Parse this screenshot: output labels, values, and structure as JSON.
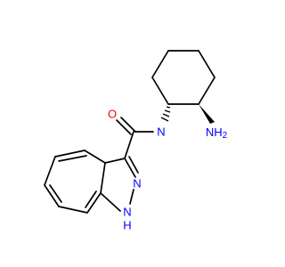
{
  "atoms": {
    "amide_o": {
      "label": "O",
      "color": "#ff0000"
    },
    "amide_n": {
      "label": "N",
      "color": "#0000ff"
    },
    "amine_n": {
      "label": "NH",
      "color": "#0000ff"
    },
    "amine_h": {
      "label": "2",
      "color": "#0000ff"
    },
    "ring_n2": {
      "label": "N",
      "color": "#0000ff"
    },
    "ring_n1": {
      "label": "N",
      "color": "#0000ff"
    },
    "ring_h": {
      "label": "H",
      "color": "#0000ff"
    }
  }
}
